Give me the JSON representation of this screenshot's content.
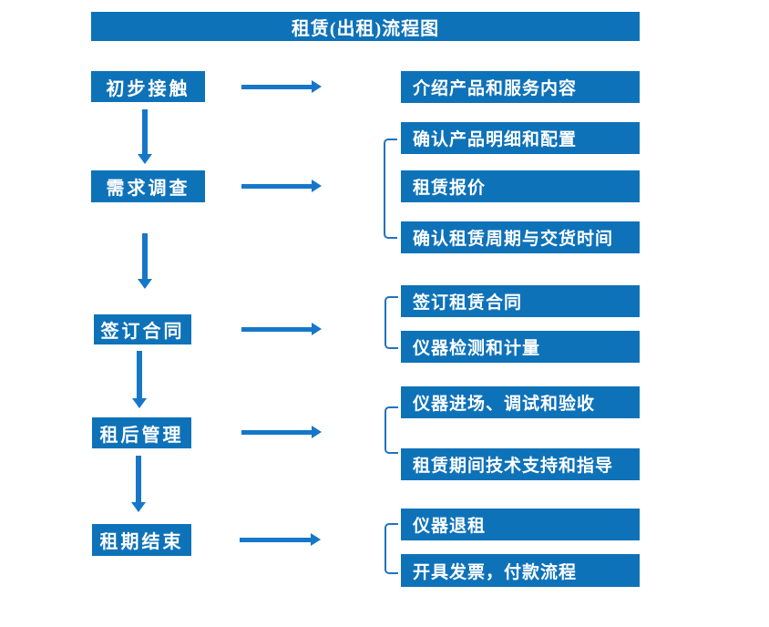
{
  "title": "租赁(出租)流程图",
  "colors": {
    "box_blue": "#0e72b9",
    "connector_blue": "#1677c9",
    "bracket_blue": "#2173bd",
    "text_white": "#ffffff",
    "background": "#ffffff"
  },
  "stages": [
    {
      "label": "初步接触",
      "details": [
        "介绍产品和服务内容"
      ]
    },
    {
      "label": "需求调查",
      "details": [
        "确认产品明细和配置",
        "租赁报价",
        "确认租赁周期与交货时间"
      ]
    },
    {
      "label": "签订合同",
      "details": [
        "签订租赁合同",
        "仪器检测和计量"
      ]
    },
    {
      "label": "租后管理",
      "details": [
        "仪器进场、调试和验收",
        "租赁期间技术支持和指导"
      ]
    },
    {
      "label": "租期结束",
      "details": [
        "仪器退租",
        "开具发票，付款流程"
      ]
    }
  ]
}
